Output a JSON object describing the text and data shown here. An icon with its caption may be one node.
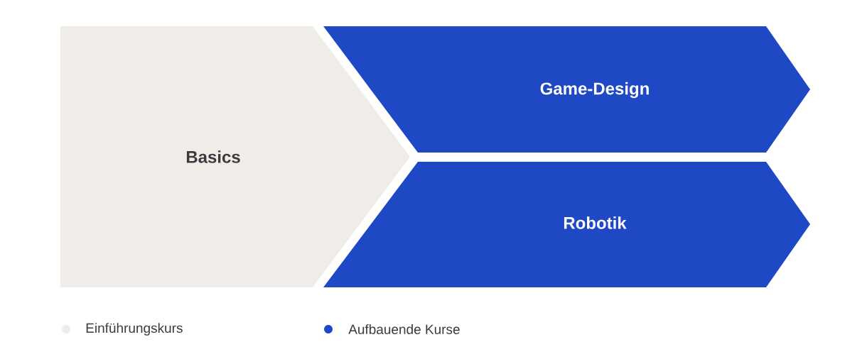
{
  "diagram": {
    "nodes": [
      {
        "text": [
          "Basics"
        ]
      },
      {
        "text": [
          "Game-Design"
        ]
      },
      {
        "text": [
          "Robotik"
        ]
      }
    ],
    "legend": [
      {
        "text": "Einführungskurs",
        "color": "#f0ede8"
      },
      {
        "text": "Aufbauende Kurse",
        "color": "#1f48c4"
      }
    ]
  }
}
